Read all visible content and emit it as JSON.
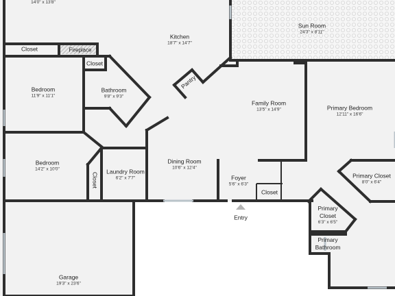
{
  "rooms": {
    "top_left": {
      "name": "",
      "dims": "14'0\" x 13'8\""
    },
    "kitchen": {
      "name": "Kitchen",
      "dims": "18'7\" x 14'7\""
    },
    "sun_room": {
      "name": "Sun Room",
      "dims": "24'3\" x 8'11\""
    },
    "closet_top": {
      "name": "Closet"
    },
    "fireplace": {
      "name": "Fireplace"
    },
    "closet_small": {
      "name": "Closet"
    },
    "bedroom_1": {
      "name": "Bedroom",
      "dims": "11'9\" x 11'1\""
    },
    "bathroom": {
      "name": "Bathroom",
      "dims": "9'8\" x 9'3\""
    },
    "pantry": {
      "name": "Pantry"
    },
    "family_room": {
      "name": "Family Room",
      "dims": "13'5\" x 14'9\""
    },
    "primary_bedroom": {
      "name": "Primary Bedroom",
      "dims": "12'11\" x 16'6\""
    },
    "bedroom_2": {
      "name": "Bedroom",
      "dims": "14'2\" x 10'0\""
    },
    "closet_vert": {
      "name": "Closet"
    },
    "laundry": {
      "name": "Laundry Room",
      "dims": "6'2\" x 7'7\""
    },
    "dining": {
      "name": "Dining Room",
      "dims": "10'6\" x 12'4\""
    },
    "foyer": {
      "name": "Foyer",
      "dims": "5'6\" x 6'3\""
    },
    "closet_foyer": {
      "name": "Closet"
    },
    "primary_closet_1": {
      "name": "Primary Closet",
      "dims": "8'0\" x 6'4\""
    },
    "primary_closet_2": {
      "name": "Primary Closet",
      "dims": "6'3\" x 6'5\""
    },
    "primary_bathroom": {
      "name": "Primary Bathroom"
    },
    "garage": {
      "name": "Garage",
      "dims": "19'3\" x 23'6\""
    }
  },
  "entry": {
    "label": "Entry",
    "marker_icon": "triangle-up-icon"
  },
  "colors": {
    "wall": "#2e2e2e",
    "floor": "#f2f2f2",
    "window": "#b9c3c9",
    "sunroom_pattern": "#dcdcdc"
  }
}
